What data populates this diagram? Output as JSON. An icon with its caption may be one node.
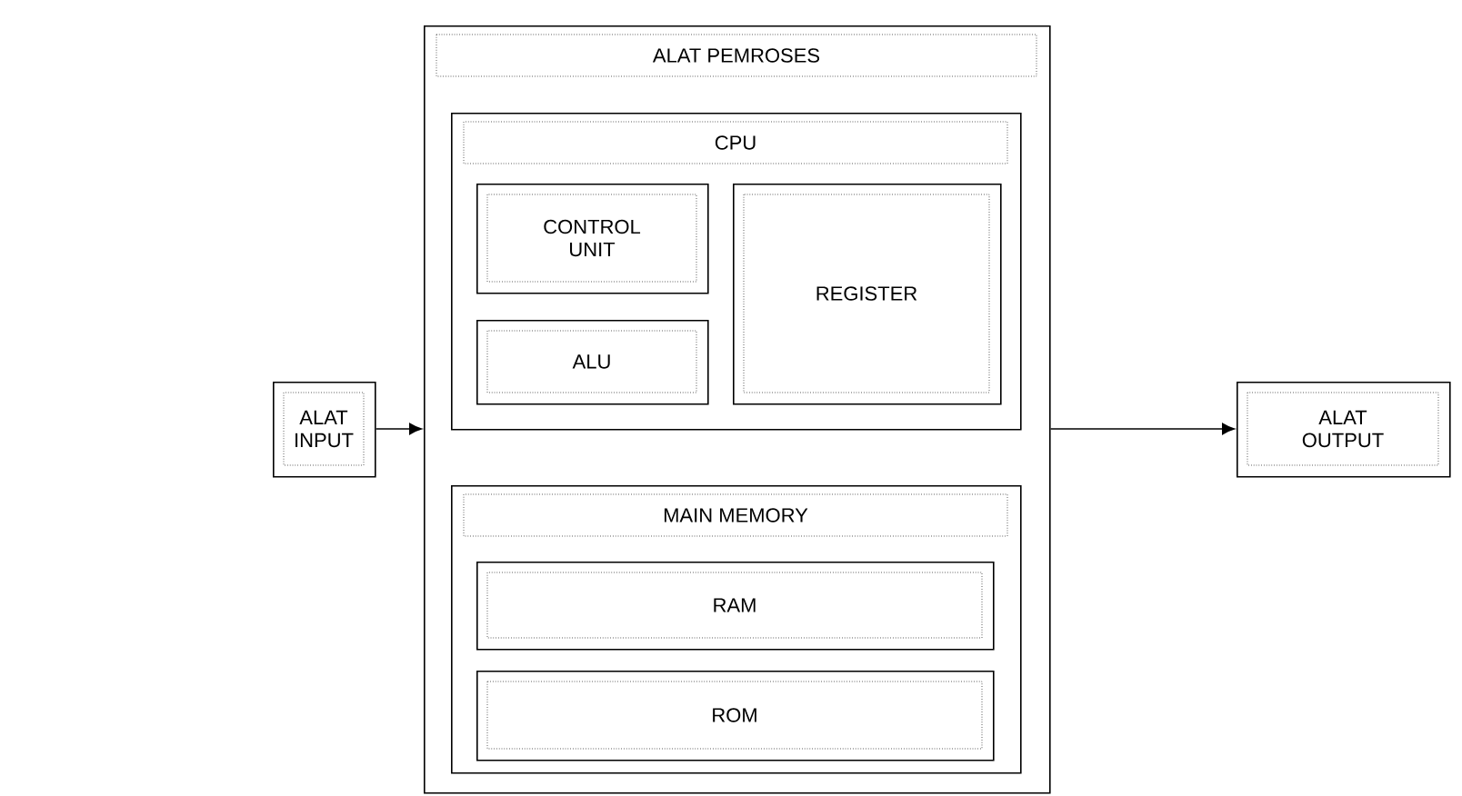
{
  "diagram": {
    "nodes": [
      {
        "text": [
          "ALAT INPUT"
        ]
      },
      {
        "text": [
          "ALAT PEMROSES"
        ]
      },
      {
        "text": [
          "CPU"
        ],
        "in": 1
      },
      {
        "text": [
          "CONTROL UNIT"
        ],
        "in": 2
      },
      {
        "text": [
          "ALU"
        ],
        "in": 2
      },
      {
        "text": [
          "REGISTER"
        ],
        "in": 2
      },
      {
        "text": [
          "MAIN MEMORY"
        ],
        "in": 1
      },
      {
        "text": [
          "RAM"
        ],
        "in": 6
      },
      {
        "text": [
          "ROM"
        ],
        "in": 6
      },
      {
        "text": [
          "ALAT OUTPUT"
        ]
      }
    ],
    "edges": [
      {
        "from": 0,
        "to": 1,
        "arrow": "to"
      },
      {
        "from": 1,
        "to": 9,
        "arrow": "to"
      }
    ]
  }
}
